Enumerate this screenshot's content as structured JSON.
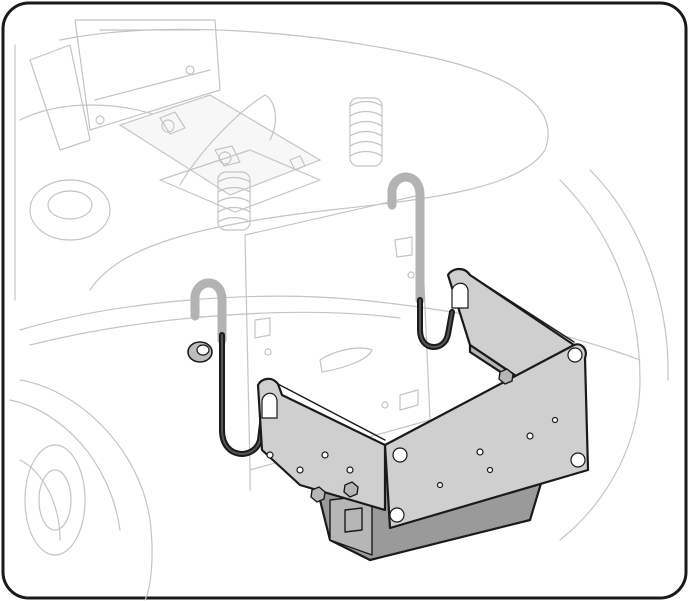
{
  "figure": {
    "colors": {
      "frame": "#1a1a1a",
      "ghost_line": "#c4c4c4",
      "bracket_metal": "#cfcfcf",
      "bracket_shadow": "#9a9a9a",
      "hook_strap": "#1a1a1a",
      "arrow": "#b3b3b3"
    },
    "parts": [
      "mower-body-ghost",
      "seat-plate-ghost",
      "spring-left-ghost",
      "spring-right-ghost",
      "wheel-ghost",
      "rubber-grommet",
      "battery-bracket",
      "hook-strap-left",
      "hook-strap-right",
      "arrow-left",
      "arrow-right"
    ]
  }
}
